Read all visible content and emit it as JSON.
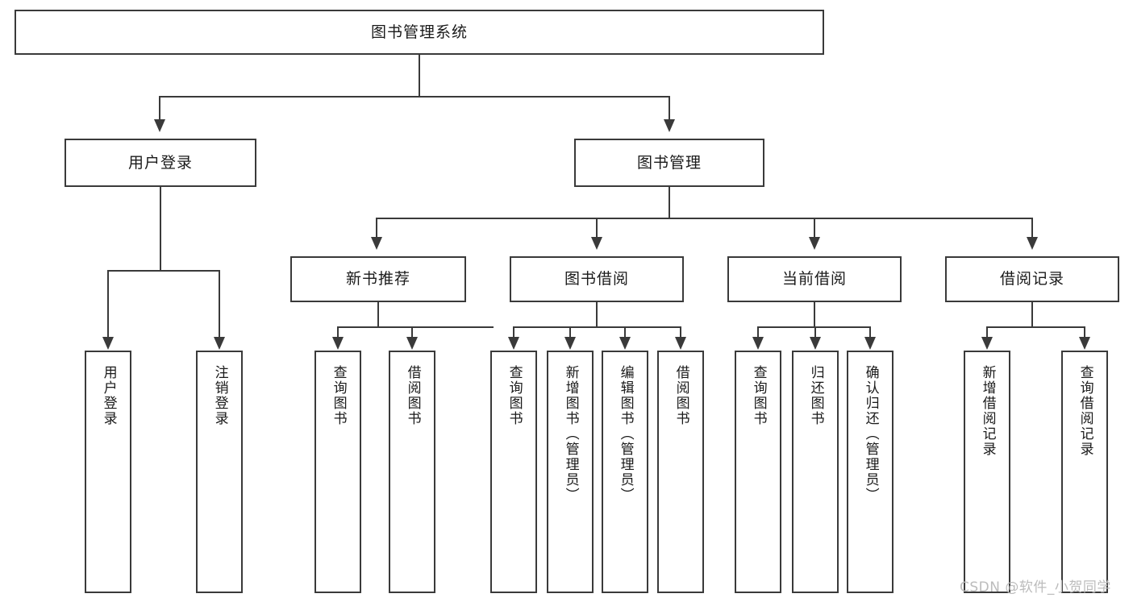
{
  "diagram": {
    "title": "图书管理系统",
    "type": "tree-hierarchy",
    "root": {
      "label": "图书管理系统"
    },
    "level1": [
      {
        "label": "用户登录"
      },
      {
        "label": "图书管理"
      }
    ],
    "level2": [
      {
        "label": "新书推荐"
      },
      {
        "label": "图书借阅"
      },
      {
        "label": "当前借阅"
      },
      {
        "label": "借阅记录"
      }
    ],
    "leaves": {
      "user_login": [
        {
          "label": "用户登录"
        },
        {
          "label": "注销登录"
        }
      ],
      "new_book_recommend": [
        {
          "label": "查询图书"
        },
        {
          "label": "借阅图书"
        }
      ],
      "book_borrow": [
        {
          "label": "查询图书"
        },
        {
          "label": "新增图书（管理员）"
        },
        {
          "label": "编辑图书（管理员）"
        },
        {
          "label": "借阅图书"
        }
      ],
      "current_borrow": [
        {
          "label": "查询图书"
        },
        {
          "label": "归还图书"
        },
        {
          "label": "确认归还（管理员）"
        }
      ],
      "borrow_record": [
        {
          "label": "新增借阅记录"
        },
        {
          "label": "查询借阅记录"
        }
      ]
    }
  },
  "watermark": {
    "text": "CSDN @软件_小贺同学"
  },
  "colors": {
    "stroke": "#3a3a3a",
    "fill": "#ffffff",
    "text": "#1a1a1a",
    "watermark": "#bcbcbc"
  }
}
